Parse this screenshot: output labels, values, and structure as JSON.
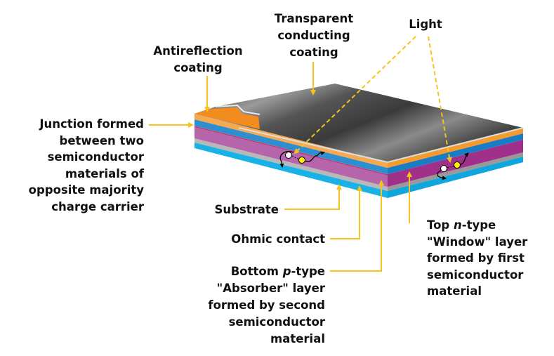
{
  "labels": {
    "transparent": [
      "Transparent",
      "conducting",
      "coating"
    ],
    "light": "Light",
    "antireflection": [
      "Antireflection",
      "coating"
    ],
    "junction": [
      "Junction formed",
      "between two",
      "semiconductor",
      "materials of",
      "opposite majority",
      "charge carrier"
    ],
    "substrate": "Substrate",
    "ohmic": "Ohmic contact",
    "bottom": {
      "l1_pre": "Bottom ",
      "l1_ital": "p",
      "l1_post": "-type",
      "rest": [
        "\"Absorber\" layer",
        "formed by second",
        "semiconductor",
        "material"
      ]
    },
    "top": {
      "l1_pre": "Top ",
      "l1_ital": "n",
      "l1_post": "-type",
      "rest": [
        "\"Window\" layer",
        "formed by first",
        "semiconductor",
        "material"
      ]
    }
  },
  "colors": {
    "arrow": "#f7c21b",
    "antireflection": "#f28c1e",
    "transparent_layer": "#f7a94f",
    "window_layer": "#2e8fd0",
    "absorber_layer": "#b765aa",
    "ohmic_layer": "#b3b3b3",
    "substrate_layer": "#18b2e6"
  }
}
